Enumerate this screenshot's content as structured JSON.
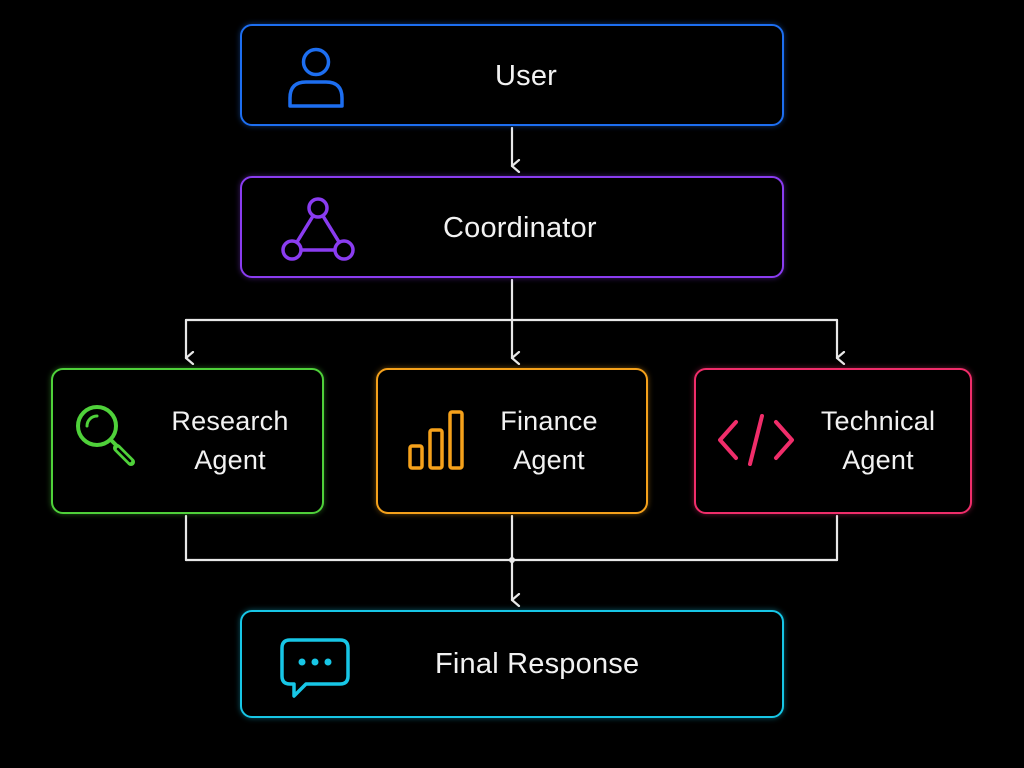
{
  "colors": {
    "background": "#000000",
    "user": "#1d6ef0",
    "coordinator": "#8a3cf0",
    "research": "#4fd13a",
    "finance": "#f5a11b",
    "technical": "#f02d6a",
    "final": "#17c6e6",
    "connector": "#e8e8e8"
  },
  "nodes": {
    "user": {
      "label": "User",
      "icon": "user-icon"
    },
    "coordinator": {
      "label": "Coordinator",
      "icon": "network-nodes-icon"
    },
    "research": {
      "label_line1": "Research",
      "label_line2": "Agent",
      "icon": "magnifier-icon"
    },
    "finance": {
      "label_line1": "Finance",
      "label_line2": "Agent",
      "icon": "bar-chart-icon"
    },
    "technical": {
      "label_line1": "Technical",
      "label_line2": "Agent",
      "icon": "code-icon"
    },
    "final": {
      "label": "Final Response",
      "icon": "chat-bubble-icon"
    }
  },
  "edges": [
    {
      "from": "User",
      "to": "Coordinator"
    },
    {
      "from": "Coordinator",
      "to": "Research Agent"
    },
    {
      "from": "Coordinator",
      "to": "Finance Agent"
    },
    {
      "from": "Coordinator",
      "to": "Technical Agent"
    },
    {
      "from": "Research Agent",
      "to": "Final Response"
    },
    {
      "from": "Finance Agent",
      "to": "Final Response"
    },
    {
      "from": "Technical Agent",
      "to": "Final Response"
    }
  ]
}
